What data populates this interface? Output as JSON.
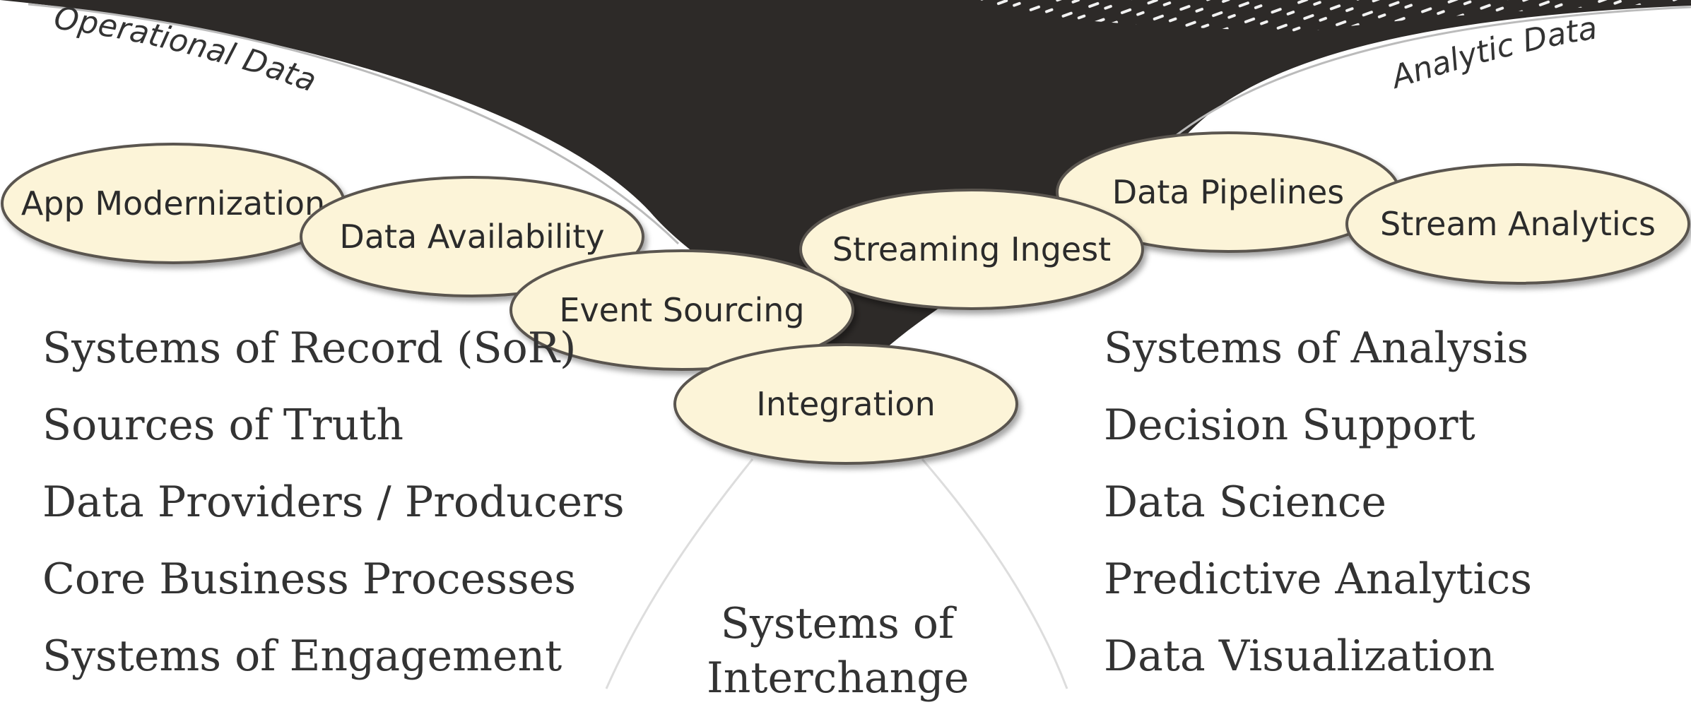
{
  "curve_labels": {
    "left": "Operational Data",
    "right": "Analytic Data"
  },
  "bubbles": [
    {
      "id": "app-modernization",
      "label": "App Modernization"
    },
    {
      "id": "data-availability",
      "label": "Data Availability"
    },
    {
      "id": "event-sourcing",
      "label": "Event Sourcing"
    },
    {
      "id": "streaming-ingest",
      "label": "Streaming Ingest"
    },
    {
      "id": "data-pipelines",
      "label": "Data Pipelines"
    },
    {
      "id": "stream-analytics",
      "label": "Stream Analytics"
    },
    {
      "id": "integration",
      "label": "Integration"
    }
  ],
  "left_list": [
    "Systems of Record (SoR)",
    "Sources of Truth",
    "Data Providers / Producers",
    "Core Business Processes",
    "Systems of Engagement"
  ],
  "right_list": [
    "Systems of Analysis",
    "Decision Support",
    "Data Science",
    "Predictive Analytics",
    "Data Visualization"
  ],
  "center": {
    "line1": "Systems of",
    "line2": "Interchange"
  },
  "colors": {
    "funnel": "#2d2a28",
    "bubble_fill": "#fcf4d8",
    "bubble_stroke": "#5a5550",
    "text": "#333333"
  }
}
